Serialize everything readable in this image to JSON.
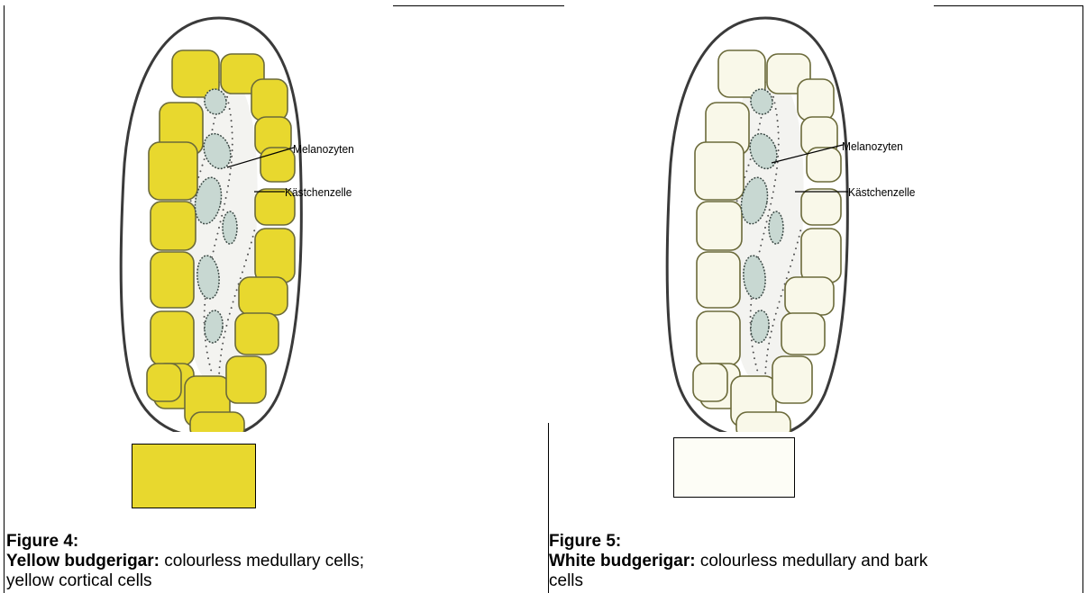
{
  "figures": [
    {
      "cell_fill": "#e8d82e",
      "cell_stroke": "#6b6a3a",
      "swatch_color": "#e8d82e",
      "label_melanocytes": "Melanozyten",
      "label_box_cell": "Kästchenzelle",
      "caption_number": "Figure 4:",
      "caption_bold": "Yellow budgerigar:",
      "caption_rest": " colourless medullary cells;",
      "caption_line2": "yellow cortical cells"
    },
    {
      "cell_fill": "#f9f8e9",
      "cell_stroke": "#6b6a3a",
      "swatch_color": "#fdfdf6",
      "label_melanocytes": "Melanozyten",
      "label_box_cell": "Kästchenzelle",
      "caption_number": "Figure 5:",
      "caption_bold": "White budgerigar:",
      "caption_rest": " colourless medullary and bark",
      "caption_line2": "cells"
    }
  ]
}
